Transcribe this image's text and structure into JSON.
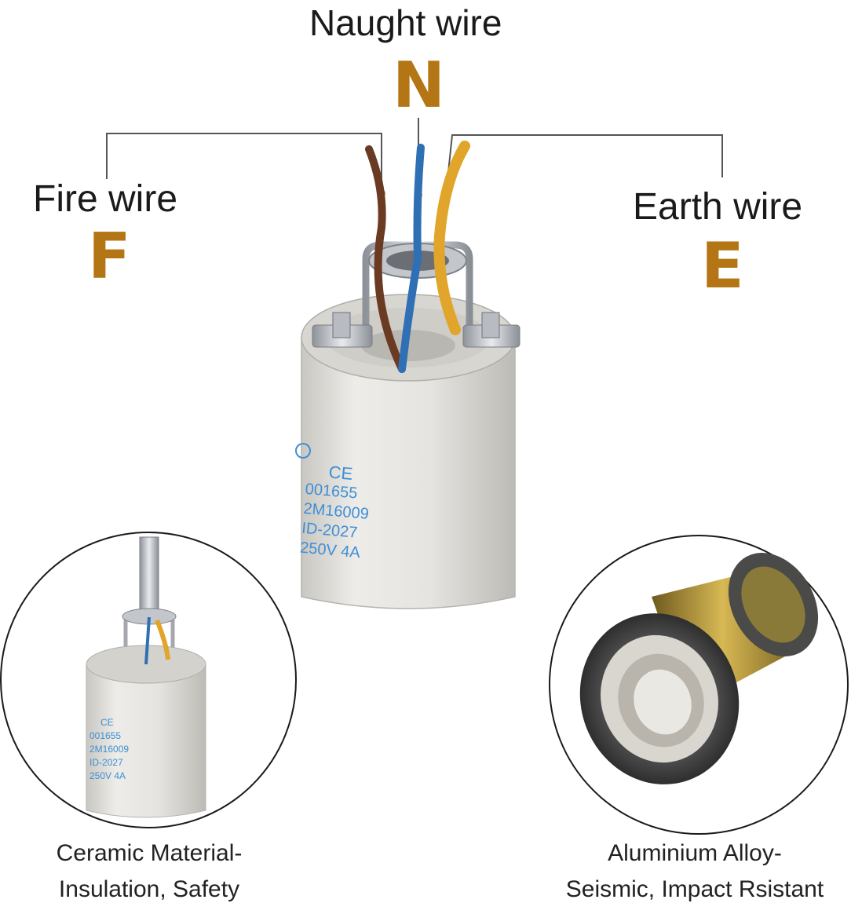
{
  "labels": {
    "neutral": {
      "title": "Naught wire",
      "letter": "N"
    },
    "fire": {
      "title": "Fire wire",
      "letter": "F"
    },
    "earth": {
      "title": "Earth wire",
      "letter": "E"
    }
  },
  "socket_marking": {
    "lines": [
      "CE",
      "001655",
      "2M16009",
      "ID-2027",
      "250V 4A"
    ]
  },
  "captions": {
    "ceramic": {
      "line1": "Ceramic Material-",
      "line2": "Insulation, Safety"
    },
    "aluminium": {
      "line1": "Aluminium Alloy-",
      "line2": "Seismic, Impact Rsistant"
    }
  },
  "colors": {
    "letter": "#b47514",
    "wire_brown": "#6b3a22",
    "wire_blue": "#2f6fb3",
    "wire_yellow": "#e0a52a",
    "ceramic": "#e4e2de",
    "brass": "#a8862c",
    "print_blue": "#3d8fd6"
  }
}
